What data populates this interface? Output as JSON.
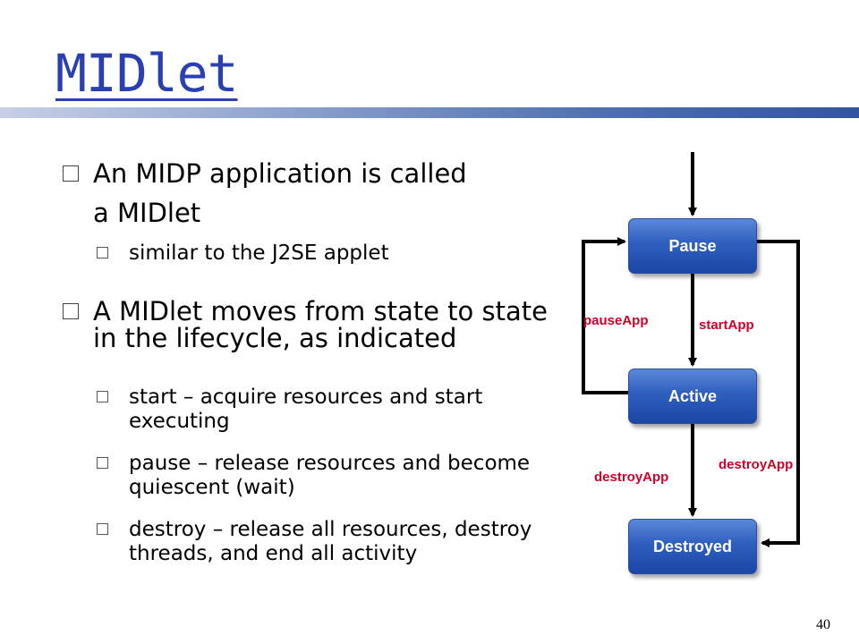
{
  "slide": {
    "title": "MIDlet",
    "page_number": "40"
  },
  "bullets": [
    {
      "text": "An MIDP application is called a MIDlet",
      "sub": [
        "similar to the J2SE applet"
      ]
    },
    {
      "text": "A MIDlet moves from state to state in the lifecycle, as indicated",
      "sub": [
        "start – acquire resources and start executing",
        "pause – release resources and become quiescent (wait)",
        "destroy – release all resources, destroy threads, and end all activity"
      ]
    }
  ],
  "diagram": {
    "states": [
      "Pause",
      "Active",
      "Destroyed"
    ],
    "transitions": [
      "pauseApp",
      "startApp",
      "destroyApp",
      "destroyApp"
    ]
  },
  "colors": {
    "title": "#2a3fb0",
    "state_fill": "#2e5fbf",
    "transition_label": "#d0002a"
  }
}
